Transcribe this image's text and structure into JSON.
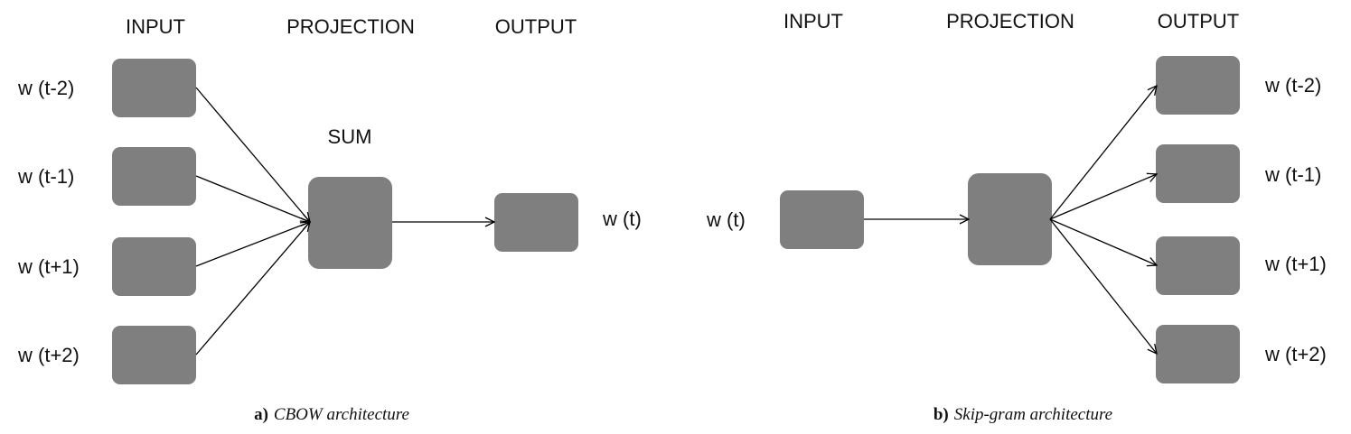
{
  "cbow": {
    "headers": {
      "input": "INPUT",
      "projection": "PROJECTION",
      "output": "OUTPUT"
    },
    "sum_label": "SUM",
    "inputs": [
      "w (t-2)",
      "w (t-1)",
      "w (t+1)",
      "w (t+2)"
    ],
    "output": "w (t)",
    "caption": {
      "prefix": "a)",
      "text": "CBOW architecture"
    }
  },
  "skipgram": {
    "headers": {
      "input": "INPUT",
      "projection": "PROJECTION",
      "output": "OUTPUT"
    },
    "input": "w (t)",
    "outputs": [
      "w (t-2)",
      "w (t-1)",
      "w (t+1)",
      "w (t+2)"
    ],
    "caption": {
      "prefix": "b)",
      "text": "Skip-gram architecture"
    }
  },
  "colors": {
    "node": "#7f7f7f",
    "edge": "#000000"
  }
}
